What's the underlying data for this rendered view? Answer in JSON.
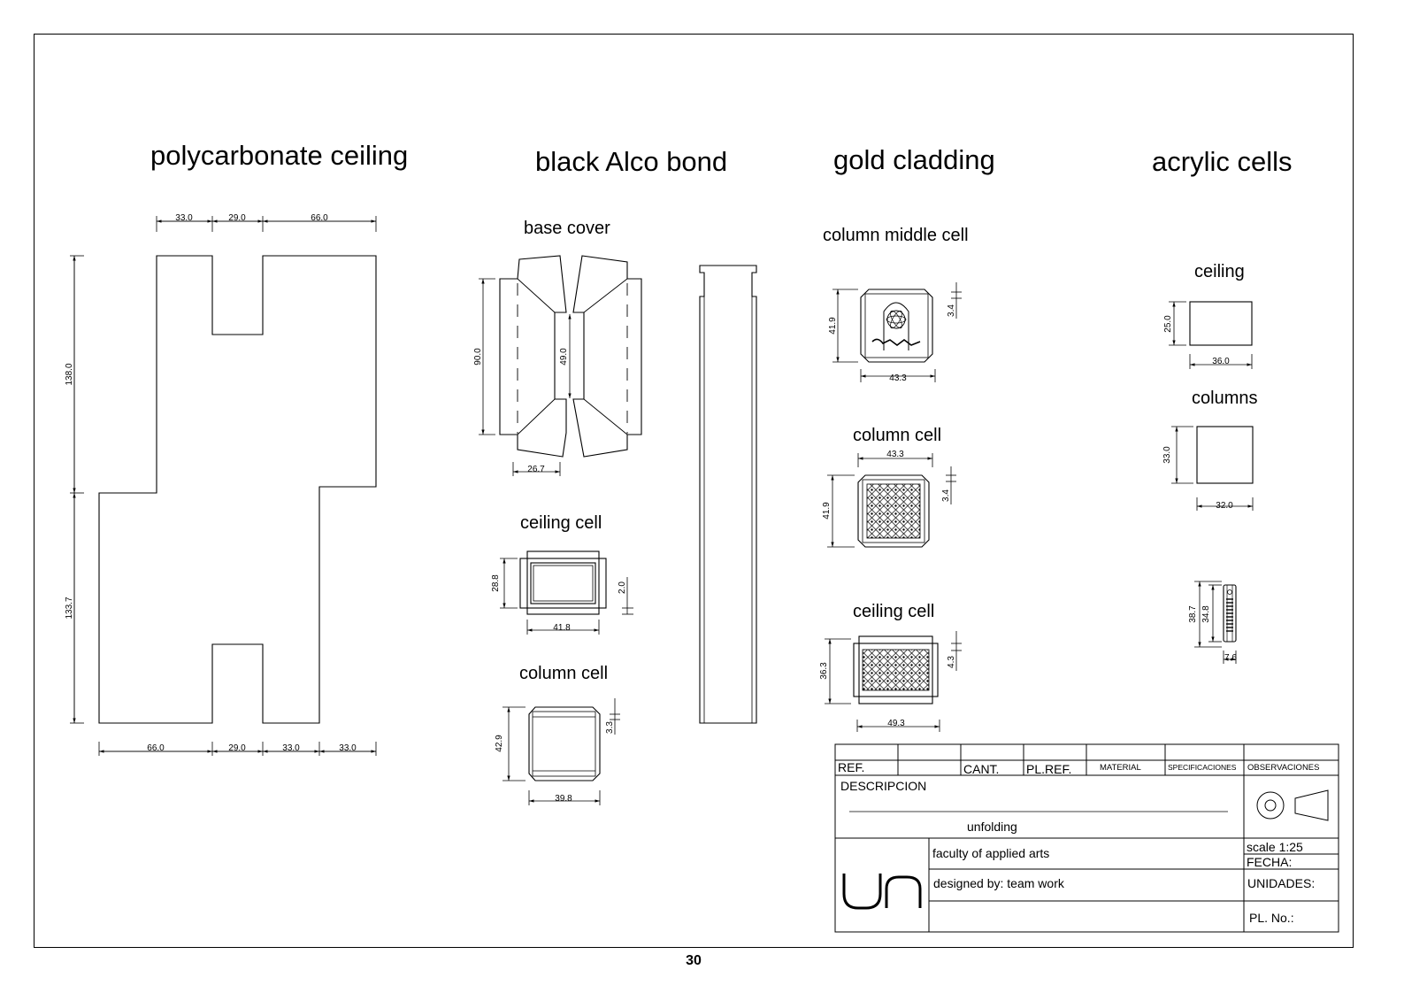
{
  "page_number": "30",
  "sections": {
    "polycarbonate": {
      "title": "polycarbonate ceiling",
      "dims": {
        "top_a": "33.0",
        "top_b": "29.0",
        "top_c": "66.0",
        "left_upper": "138.0",
        "left_lower": "133.7",
        "bottom_a": "66.0",
        "bottom_b": "29.0",
        "bottom_c": "33.0",
        "bottom_d": "33.0"
      }
    },
    "alco": {
      "title": "black Alco bond",
      "base_cover": {
        "label": "base cover",
        "h_outer": "90.0",
        "h_inner": "49.0",
        "w": "26.7"
      },
      "ceiling_cell": {
        "label": "ceiling cell",
        "h": "28.8",
        "w": "41.8",
        "t": "2.0"
      },
      "column_cell": {
        "label": "column cell",
        "h": "42.9",
        "w": "39.8",
        "t": "3.3"
      }
    },
    "gold": {
      "title": "gold cladding",
      "middle_cell": {
        "label": "column middle cell",
        "h": "41.9",
        "w": "43.3",
        "t": "3.4"
      },
      "column_cell": {
        "label": "column cell",
        "h": "41.9",
        "w": "43.3",
        "t": "3.4"
      },
      "ceiling_cell": {
        "label": "ceiling cell",
        "h": "36.3",
        "w": "49.3",
        "t": "4.3"
      }
    },
    "acrylic": {
      "title": "acrylic cells",
      "ceiling": {
        "label": "ceiling",
        "h": "25.0",
        "w": "36.0"
      },
      "columns": {
        "label": "columns",
        "h": "33.0",
        "w": "32.0"
      },
      "side": {
        "h_outer": "38.7",
        "h_inner": "34.8",
        "w": "7.6"
      }
    }
  },
  "title_block": {
    "ref": "REF.",
    "cant": "CANT.",
    "plref": "PL.REF.",
    "material": "MATERIAL",
    "specs": "SPECIFICACIONES",
    "observaciones": "OBSERVACIONES",
    "descripcion": "DESCRIPCION",
    "description_value": "unfolding",
    "scale": "scale 1:25",
    "fecha": "FECHA:",
    "faculty": "faculty of applied arts",
    "designed": "designed by: team work",
    "unidades": "UNIDADES:",
    "pl_no": "PL. No.:"
  }
}
